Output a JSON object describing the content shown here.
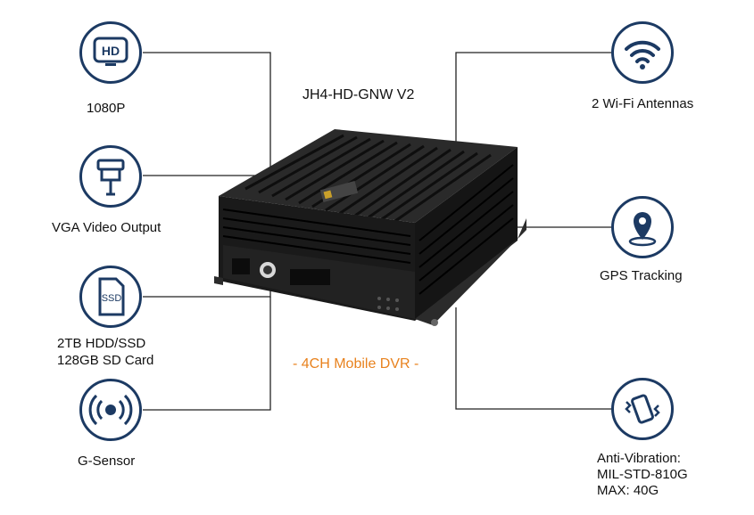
{
  "title": "JH4-HD-GNW V2",
  "subtitle": "- 4CH Mobile DVR -",
  "features_left": [
    {
      "icon": "hd-icon",
      "label": "1080P"
    },
    {
      "icon": "vga-icon",
      "label": "VGA Video Output"
    },
    {
      "icon": "ssd-icon",
      "label_line1": "2TB HDD/SSD",
      "label_line2": "128GB SD Card",
      "icon_text": "SSD"
    },
    {
      "icon": "gsensor-icon",
      "label": "G-Sensor"
    }
  ],
  "features_right": [
    {
      "icon": "wifi-icon",
      "label": "2 Wi-Fi Antennas"
    },
    {
      "icon": "gps-icon",
      "label": "GPS Tracking"
    },
    {
      "icon": "vibration-icon",
      "label_line1": "Anti-Vibration:",
      "label_line2": "MIL-STD-810G",
      "label_line3": "MAX: 40G"
    }
  ],
  "hd_icon_text": "HD",
  "colors": {
    "icon_navy": "#1c3a63",
    "accent_orange": "#e8821e",
    "line": "#222222"
  }
}
